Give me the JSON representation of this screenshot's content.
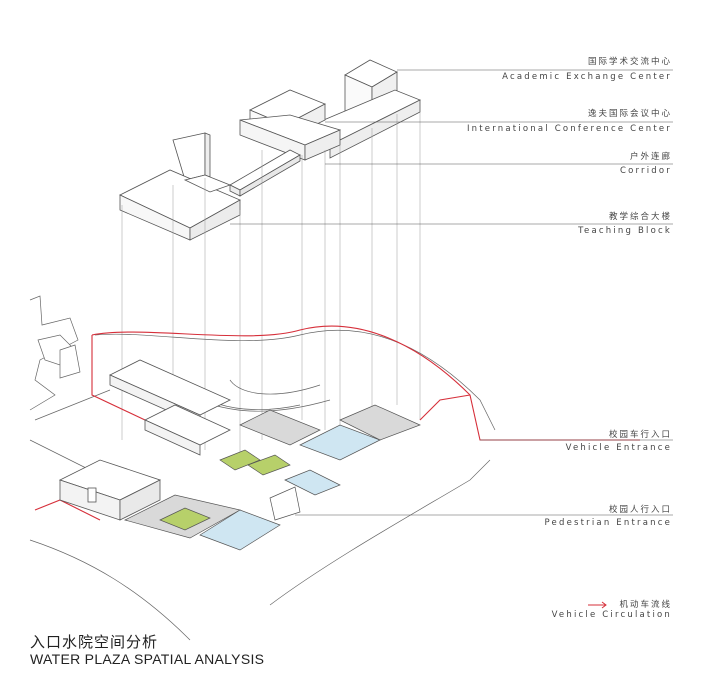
{
  "labels": {
    "academic": {
      "cn": "国际学术交流中心",
      "en": "Academic Exchange Center"
    },
    "conference": {
      "cn": "逸夫国际会议中心",
      "en": "International Conference Center"
    },
    "corridor": {
      "cn": "户外连廊",
      "en": "Corridor"
    },
    "teaching": {
      "cn": "教学综合大楼",
      "en": "Teaching Block"
    },
    "vehicle_entrance": {
      "cn": "校园车行入口",
      "en": "Vehicle Entrance"
    },
    "pedestrian_entrance": {
      "cn": "校园人行入口",
      "en": "Pedestrian Entrance"
    }
  },
  "legend": {
    "cn": "机动车流线",
    "en": "Vehicle Circulation",
    "color": "#d62f3a",
    "icon": "arrow-right-icon"
  },
  "title": {
    "cn": "入口水院空间分析",
    "en": "WATER PLAZA SPATIAL ANALYSIS"
  },
  "colors": {
    "water": "#cfe6f2",
    "lawn": "#b7d06a",
    "paving": "#d9d9d9",
    "route": "#d62f3a",
    "line": "#555555"
  }
}
